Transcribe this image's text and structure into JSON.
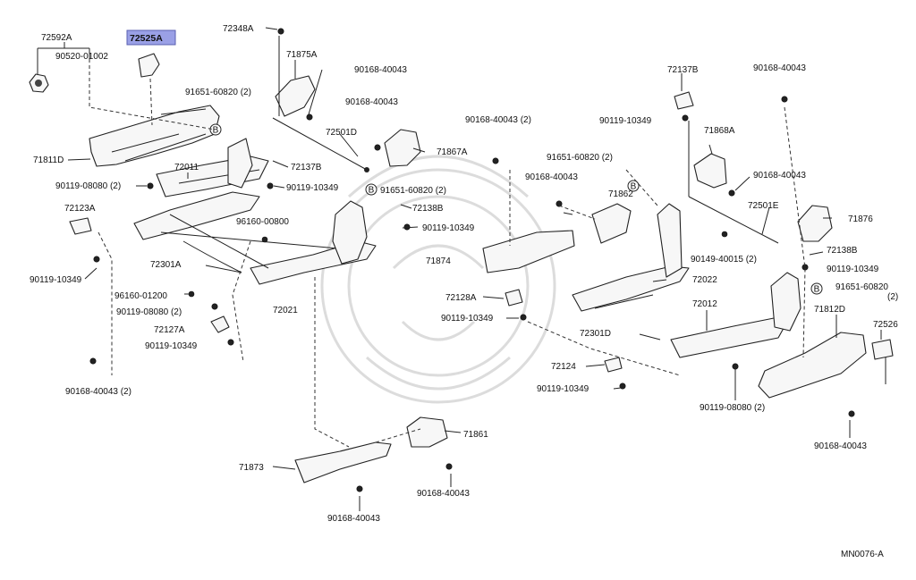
{
  "diagram": {
    "selected_callout": "72525A",
    "code": "MN0076-A",
    "callouts": {
      "c01": "72592A",
      "c02": "90520-01002",
      "c03": "72525A",
      "c04": "72348A",
      "c05": "71875A",
      "c06": "90168-40043",
      "c07": "91651-60820 (2)",
      "c08": "90168-40043",
      "c09": "72501D",
      "c10": "71867A",
      "c11": "71811D",
      "c12": "72011",
      "c13": "72137B",
      "c14": "90119-08080 (2)",
      "c15": "90119-10349",
      "c16": "91651-60820 (2)",
      "c17": "72123A",
      "c18": "72138B",
      "c19": "96160-00800",
      "c20": "90119-10349",
      "c21": "72301A",
      "c22": "90119-10349",
      "c23": "96160-01200",
      "c24": "90119-08080 (2)",
      "c25": "72021",
      "c26": "72127A",
      "c27": "90119-10349",
      "c28": "90168-40043 (2)",
      "c29": "90168-40043 (2)",
      "c30": "72137B",
      "c31": "90168-40043",
      "c32": "90119-10349",
      "c33": "71868A",
      "c34": "91651-60820 (2)",
      "c35": "90168-40043",
      "c36": "90168-40043",
      "c37": "71862",
      "c38": "72501E",
      "c39": "71876",
      "c40": "71874",
      "c41": "90149-40015 (2)",
      "c42": "72138B",
      "c43": "90119-10349",
      "c44": "72022",
      "c45": "91651-60820",
      "c46": "(2)",
      "c47": "72128A",
      "c48": "90119-10349",
      "c49": "72012",
      "c50": "71812D",
      "c51": "72301D",
      "c52": "72526",
      "c53": "72124",
      "c54": "90119-10349",
      "c55": "90119-08080 (2)",
      "c56": "71861",
      "c57": "90168-40043",
      "c58": "71873",
      "c59": "90168-40043",
      "c60": "90168-40043"
    },
    "marker_letter": "B"
  }
}
